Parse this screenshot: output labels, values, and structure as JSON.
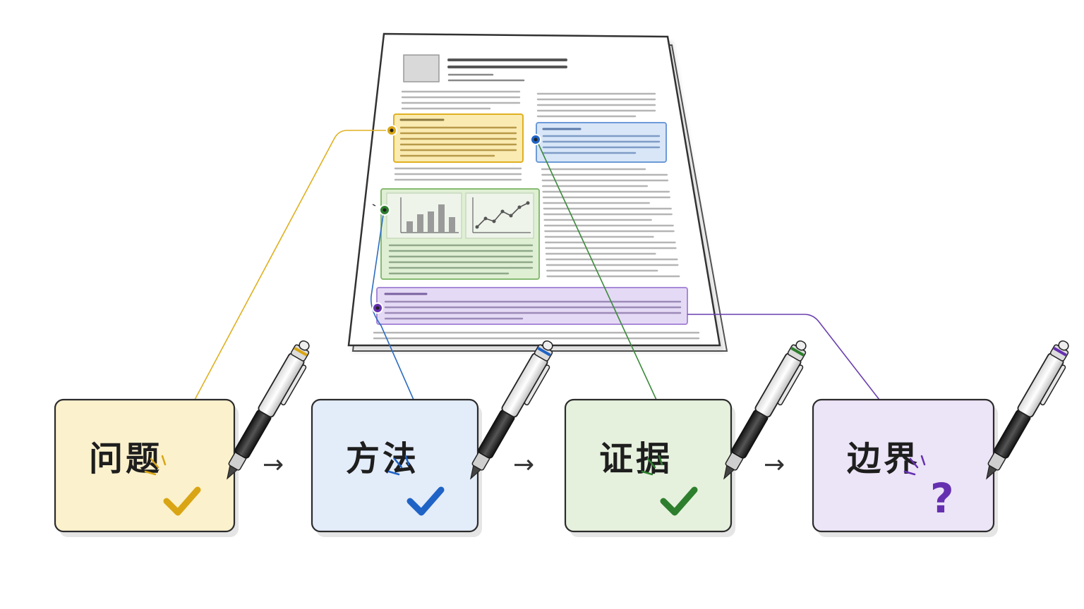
{
  "colors": {
    "problem": {
      "fill": "#fbf1cc",
      "stroke": "#e0b020",
      "mark": "#d9a514",
      "box": "#f9e7a6"
    },
    "method": {
      "fill": "#e3ecf9",
      "stroke": "#2d6cc0",
      "mark": "#1f63c6",
      "box": "#d4e3f7"
    },
    "evidence": {
      "fill": "#e6f1dd",
      "stroke": "#3c8a3c",
      "mark": "#2d7f2d",
      "box": "#dcedce"
    },
    "boundary": {
      "fill": "#ece4f7",
      "stroke": "#6a3fb0",
      "mark": "#6530b0",
      "box": "#e2d6f4"
    }
  },
  "steps": [
    {
      "key": "problem",
      "label": "问题",
      "mark": "✓",
      "mark_icon": "checkmark-icon"
    },
    {
      "key": "method",
      "label": "方法",
      "mark": "✓",
      "mark_icon": "checkmark-icon"
    },
    {
      "key": "evidence",
      "label": "证据",
      "mark": "✓",
      "mark_icon": "checkmark-icon"
    },
    {
      "key": "boundary",
      "label": "边界",
      "mark": "?",
      "mark_icon": "question-mark-icon"
    }
  ],
  "flow_arrow": "→"
}
